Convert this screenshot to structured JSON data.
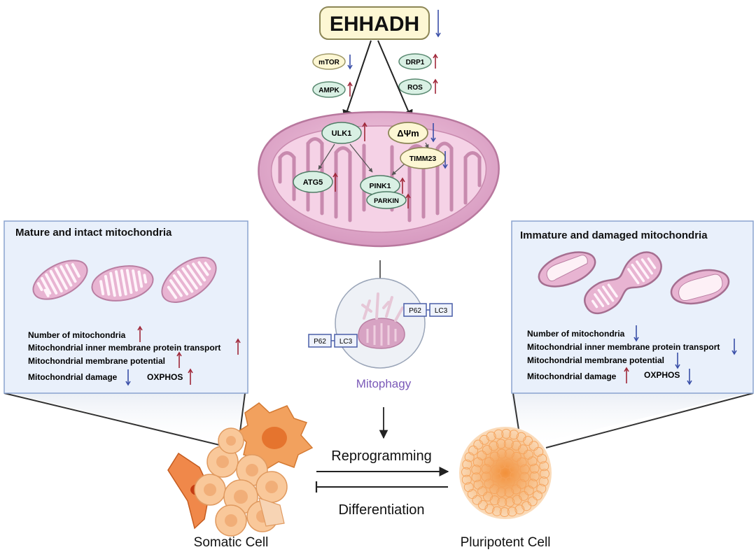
{
  "top": {
    "main_gene": "EHHADH",
    "regulators_left": [
      {
        "label": "mTOR",
        "direction": "down"
      },
      {
        "label": "AMPK",
        "direction": "up"
      }
    ],
    "regulators_right": [
      {
        "label": "DRP1",
        "direction": "up"
      },
      {
        "label": "ROS",
        "direction": "up"
      }
    ]
  },
  "mitochondrion": {
    "nodes": [
      {
        "label": "ULK1",
        "direction": "up"
      },
      {
        "label": "ΔΨm",
        "direction": "down"
      },
      {
        "label": "TIMM23",
        "direction": "down"
      },
      {
        "label": "ATG5",
        "direction": "up"
      },
      {
        "label": "PINK1",
        "direction": "up"
      },
      {
        "label": "PARKIN",
        "direction": "up"
      }
    ]
  },
  "mitophagy": {
    "label": "Mitophagy",
    "tags": [
      {
        "p62": "P62",
        "lc3": "LC3"
      },
      {
        "p62": "P62",
        "lc3": "LC3"
      }
    ]
  },
  "left_panel": {
    "title": "Mature and intact mitochondria",
    "items": [
      {
        "label": "Number of mitochondria",
        "direction": "up"
      },
      {
        "label": "Mitochondrial inner membrane protein transport",
        "direction": "up"
      },
      {
        "label": "Mitochondrial membrane potential",
        "direction": "up"
      },
      {
        "label": "Mitochondrial damage",
        "direction": "down"
      },
      {
        "label": "OXPHOS",
        "direction": "up"
      }
    ]
  },
  "right_panel": {
    "title": "Immature and damaged mitochondria",
    "items": [
      {
        "label": "Number of mitochondria",
        "direction": "down"
      },
      {
        "label": "Mitochondrial inner membrane protein transport",
        "direction": "down"
      },
      {
        "label": "Mitochondrial membrane potential",
        "direction": "down"
      },
      {
        "label": "Mitochondrial damage",
        "direction": "up"
      },
      {
        "label": "OXPHOS",
        "direction": "down"
      }
    ]
  },
  "bottom": {
    "reprogramming": "Reprogramming",
    "differentiation": "Differentiation",
    "somatic_cell": "Somatic Cell",
    "pluripotent_cell": "Pluripotent Cell"
  },
  "colors": {
    "up_arrow": "#a0283a",
    "down_arrow": "#3a4fa8",
    "panel_fill": "#e9f0fb",
    "panel_border": "#8aa3cf",
    "mito_fill": "#e8b4d2",
    "mitophagy_label": "#7b5ab8",
    "ehhadh_fill": "#fdf7d4",
    "node_green": "#d9f0e4"
  }
}
